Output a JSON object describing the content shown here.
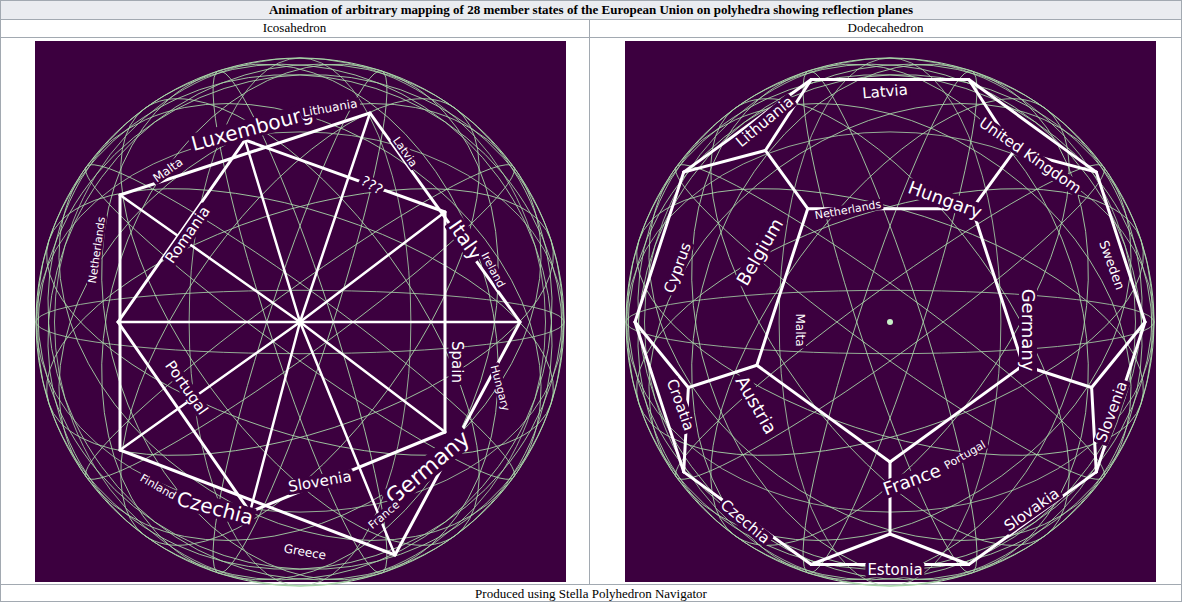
{
  "diagram": {
    "title": "Animation of arbitrary mapping of 28 member states of the European Union on polyhedra showing reflection planes",
    "caption": "Produced using Stella Polyhedron Navigator",
    "labels": [
      "Icosahedron",
      "Dodecahedron",
      "Luxembourg",
      "Lithuania",
      "Malta",
      "Latvia",
      "???",
      "Italy",
      "Ireland",
      "Romania",
      "Netherlands",
      "Spain",
      "Hungary",
      "Portugal",
      "Czechia",
      "Finland",
      "Slovenia",
      "Germany",
      "France",
      "Greece",
      "Latvia",
      "Lithuania",
      "United Kingdom",
      "Hungary",
      "Netherlands",
      "Cyprus",
      "Belgium",
      "Sweden",
      "Germany",
      "Malta",
      "Croatia",
      "Austria",
      "Portugal",
      "Slovenia",
      "France",
      "Czechia",
      "Slovakia",
      "Estonia"
    ]
  }
}
